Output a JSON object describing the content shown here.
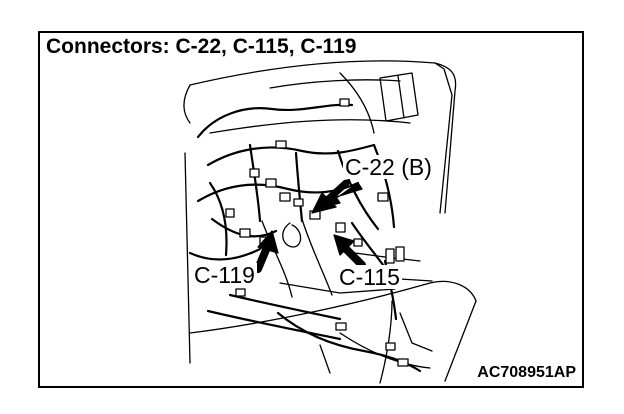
{
  "diagram": {
    "title": "Connectors: C-22, C-115, C-119",
    "callouts": [
      {
        "id": "c22",
        "text": "C-22 (B)"
      },
      {
        "id": "c119",
        "text": "C-119"
      },
      {
        "id": "c115",
        "text": "C-115"
      }
    ],
    "figure_code": "AC708951AP"
  }
}
